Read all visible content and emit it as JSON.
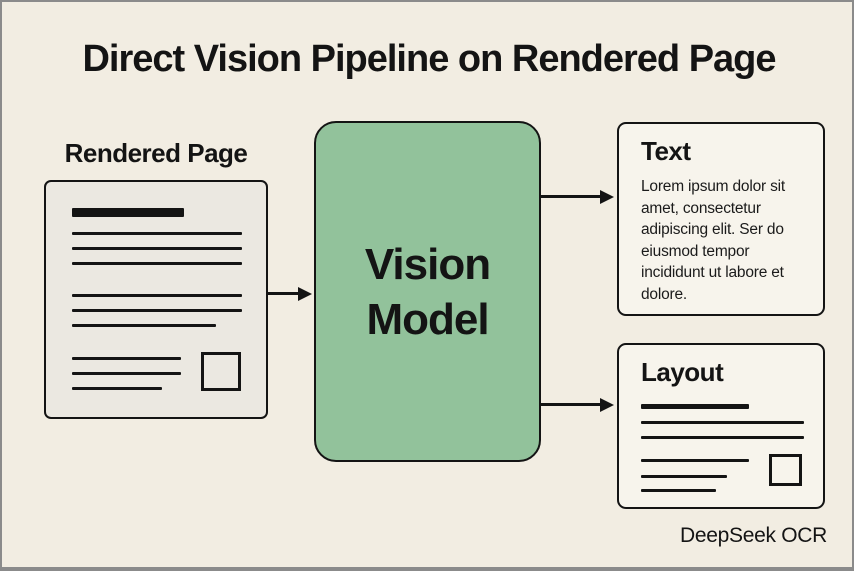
{
  "diagram": {
    "title": "Direct Vision Pipeline on Rendered Page",
    "caption": "DeepSeek OCR"
  },
  "input_page": {
    "label": "Rendered Page"
  },
  "vision_model": {
    "label_line1": "Vision",
    "label_line2": "Model"
  },
  "text_output": {
    "heading": "Text",
    "body_lines": [
      "Lorem ipsum dolor sit",
      "amet, consectetur",
      "adipiscing elit. Ser do",
      "eiusmod tempor",
      "incididunt ut labore et",
      "dolore."
    ]
  },
  "layout_output": {
    "heading": "Layout"
  },
  "colors": {
    "background": "#F2EDE2",
    "frame_border": "#8B8B8B",
    "model_fill": "#92C29B",
    "panel_fill": "#F7F4EC",
    "document_fill": "#EBE8E1",
    "ink": "#141414"
  }
}
